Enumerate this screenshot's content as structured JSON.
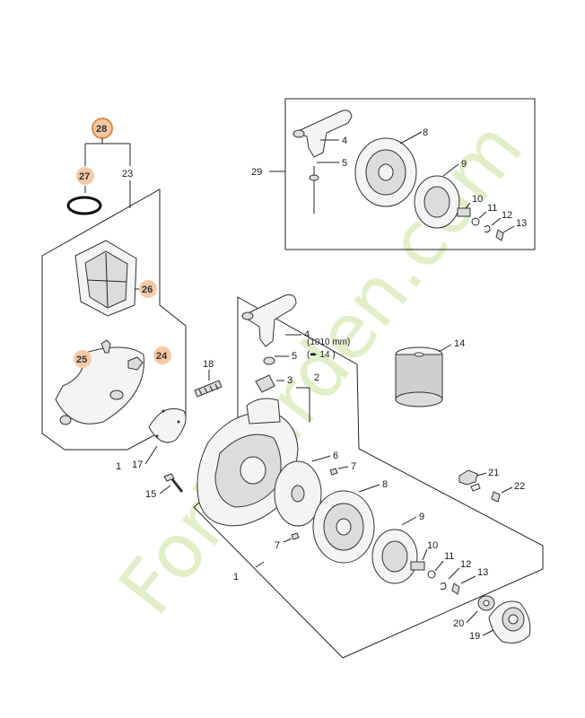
{
  "callouts": {
    "c1a": "1",
    "c1b": "1",
    "c2": "2",
    "c3": "3",
    "c4a": "4",
    "c4b": "4",
    "c5a": "5",
    "c5b": "5",
    "c6": "6",
    "c7a": "7",
    "c7b": "7",
    "c8a": "8",
    "c8b": "8",
    "c9a": "9",
    "c9b": "9",
    "c10a": "10",
    "c10b": "10",
    "c11a": "11",
    "c11b": "11",
    "c12a": "12",
    "c12b": "12",
    "c13a": "13",
    "c13b": "13",
    "c14": "14",
    "c15": "15",
    "c17": "17",
    "c18": "18",
    "c19": "19",
    "c20": "20",
    "c21": "21",
    "c22": "22",
    "c23": "23",
    "c24": "24",
    "c25": "25",
    "c26": "26",
    "c27": "27",
    "c28": "28",
    "c29": "29"
  },
  "rope_note": {
    "length": "(1010 mm)",
    "ref": "(➨ 14 )"
  },
  "watermark": "Fortgarden.com",
  "colors": {
    "highlight_fill": "#f6c9a6",
    "highlight_ring": "#e08a45",
    "watermark": "#c9e29c"
  }
}
